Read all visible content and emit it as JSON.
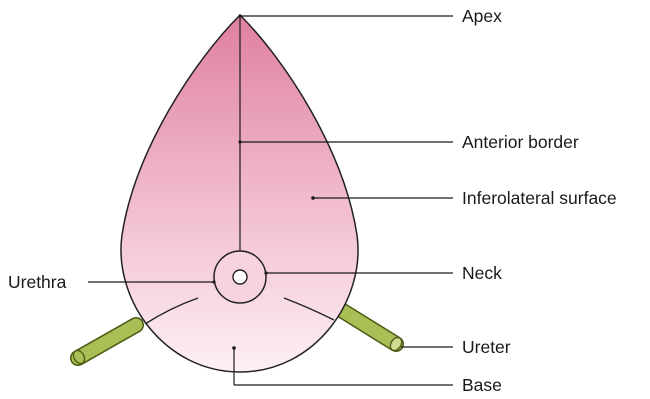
{
  "labels": {
    "apex": "Apex",
    "anterior_border": "Anterior border",
    "inferolateral_surface": "Inferolateral surface",
    "neck": "Neck",
    "urethra": "Urethra",
    "ureter": "Ureter",
    "base": "Base"
  },
  "colors": {
    "bladder_top": "#df7fa2",
    "bladder_mid": "#f2bfd0",
    "bladder_bottom": "#fdf0f4",
    "outline": "#222222",
    "ureter_fill": "#a9bf55",
    "ureter_stroke": "#4a5a12",
    "urethra_inner": "#ffffff",
    "line": "#1a1a1a"
  }
}
